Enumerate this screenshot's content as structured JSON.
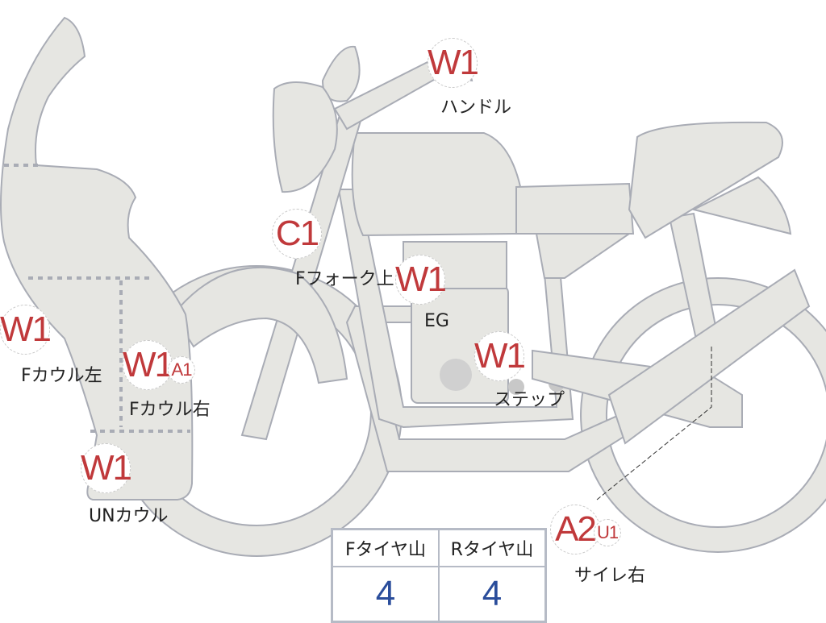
{
  "colors": {
    "part_fill": "#e6e6e2",
    "part_stroke": "#a9acb5",
    "damage_code": "#c0393b",
    "tire_value": "#2a4d9b"
  },
  "markers": [
    {
      "code": "W1",
      "label": "ハンドル"
    },
    {
      "code": "C1",
      "label": "Fフォーク上"
    },
    {
      "code": "W1",
      "label": "EG"
    },
    {
      "code": "W1",
      "label": "ステップ"
    },
    {
      "code": "W1",
      "label": "Fカウル左"
    },
    {
      "code": "W1",
      "sub": "A1",
      "label": "Fカウル右"
    },
    {
      "code": "W1",
      "label": "UNカウル"
    },
    {
      "code": "A2",
      "sub": "U1",
      "label": "サイレ右"
    }
  ],
  "tire_table": {
    "headers": [
      "Fタイヤ山",
      "Rタイヤ山"
    ],
    "values": [
      "4",
      "4"
    ]
  }
}
